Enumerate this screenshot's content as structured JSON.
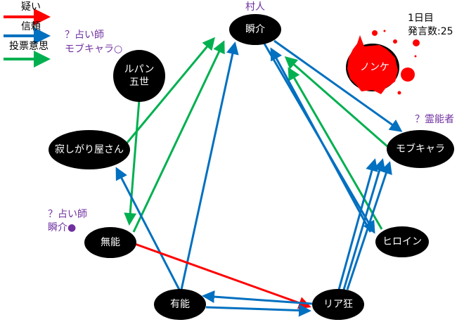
{
  "legend": {
    "doubt": "疑い",
    "trust": "信頼",
    "vote": "投票意思"
  },
  "colors": {
    "doubt": "#ff0000",
    "trust": "#0070c0",
    "vote": "#00b050",
    "note": "#7030a0"
  },
  "info": {
    "day": "1日目",
    "posts": "発言数:25"
  },
  "nodes": {
    "shunsuke": "瞬介",
    "lupin": "ルパン\n五世",
    "lupin_1": "ルパン",
    "lupin_2": "五世",
    "sabishi": "寂しがり屋さん",
    "munou": "無能",
    "yuunou": "有能",
    "riakyo": "リア狂",
    "heroine": "ヒロイン",
    "mobchara": "モブキャラ",
    "nonke": "ノンケ"
  },
  "notes": {
    "shunsuke_role": "村人",
    "mob_role": "？霊能者",
    "seer1_title": "？占い師",
    "seer1_result": "モブキャラ○",
    "seer2_title": "？占い師",
    "seer2_result": "瞬介●"
  },
  "edges": [
    {
      "from": "瞬介",
      "to": "モブキャラ",
      "type": "trust"
    },
    {
      "from": "モブキャラ",
      "to": "瞬介",
      "type": "vote"
    },
    {
      "from": "ヒロイン",
      "to": "瞬介",
      "type": "vote"
    },
    {
      "from": "瞬介",
      "to": "ヒロイン",
      "type": "trust"
    },
    {
      "from": "ヒロイン",
      "to": "瞬介",
      "type": "trust"
    },
    {
      "from": "リア狂",
      "to": "モブキャラ",
      "type": "trust"
    },
    {
      "from": "リア狂",
      "to": "モブキャラ",
      "type": "trust"
    },
    {
      "from": "リア狂",
      "to": "モブキャラ",
      "type": "trust"
    },
    {
      "from": "有能",
      "to": "瞬介",
      "type": "trust"
    },
    {
      "from": "無能",
      "to": "瞬介",
      "type": "vote"
    },
    {
      "from": "寂しがり屋さん",
      "to": "瞬介",
      "type": "vote"
    },
    {
      "from": "ルパン五世",
      "to": "無能",
      "type": "vote"
    },
    {
      "from": "有能",
      "to": "寂しがり屋さん",
      "type": "trust"
    },
    {
      "from": "無能",
      "to": "リア狂",
      "type": "doubt"
    },
    {
      "from": "リア狂",
      "to": "有能",
      "type": "trust"
    },
    {
      "from": "有能",
      "to": "リア狂",
      "type": "trust"
    }
  ]
}
